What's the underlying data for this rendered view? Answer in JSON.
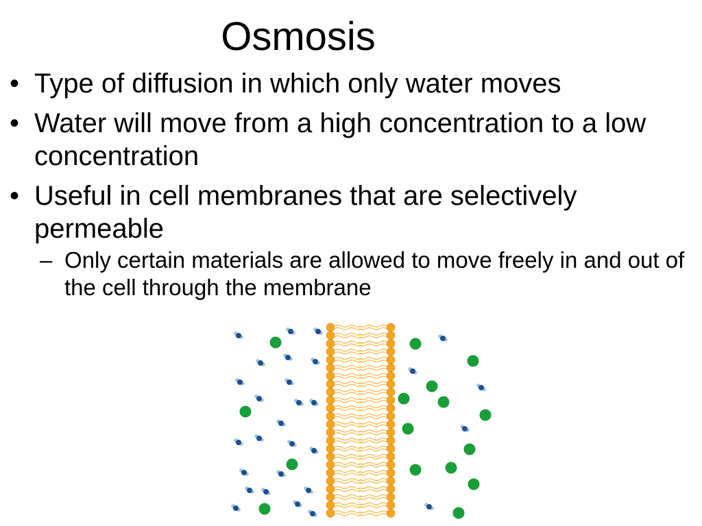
{
  "slide": {
    "title": "Osmosis",
    "bullet_symbol": "•",
    "sub_bullet_symbol": "–",
    "bullets": [
      {
        "text": "Type of diffusion in which only water moves"
      },
      {
        "text": "Water will move from a high concentration to a low concentration"
      },
      {
        "text": "Useful in cell membranes that are selectively permeable",
        "sub": [
          {
            "text": "Only certain materials are allowed to move freely in and out of the cell through the membrane"
          }
        ]
      }
    ]
  },
  "figure": {
    "subject": "phospholipid bilayer membrane with water molecules and solute particles",
    "colors": {
      "lipid_head": "#f5a623",
      "lipid_tail": "#f5b942",
      "solute": "#1a9e3a",
      "water_oxygen": "#1f4f8f",
      "water_hydrogen": "#9ec8e8"
    }
  }
}
